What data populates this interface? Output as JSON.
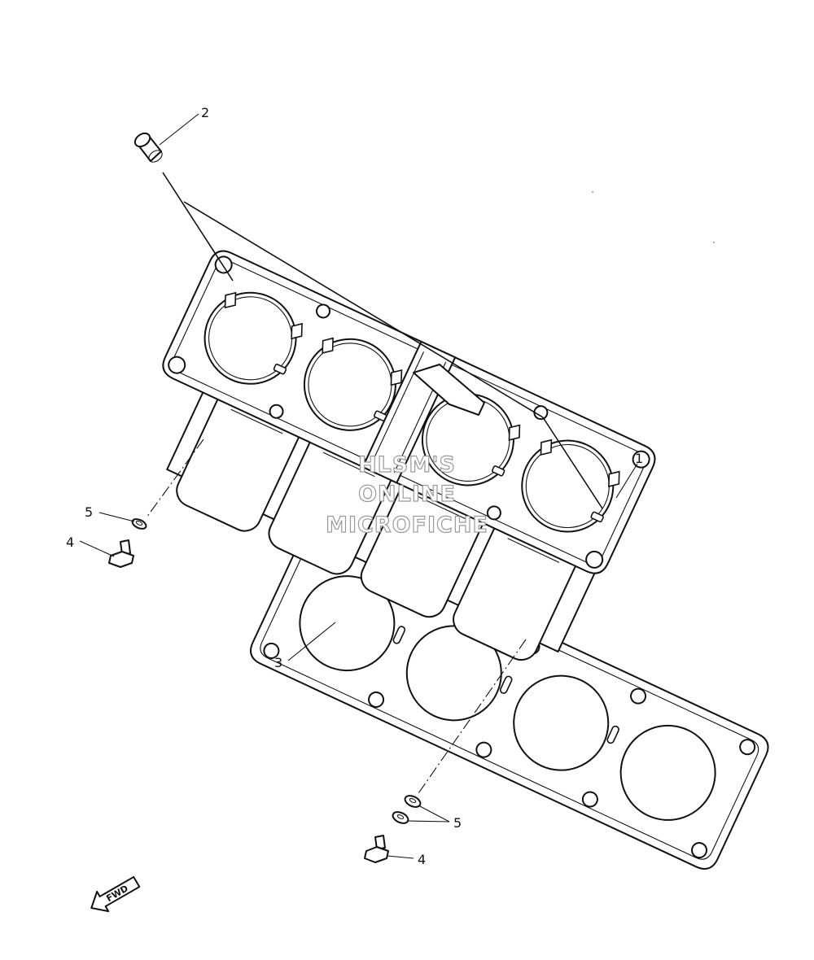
{
  "callouts": {
    "c1": "1",
    "c2": "2",
    "c3": "3",
    "c4_left": "4",
    "c5_left": "5",
    "c4_right": "4",
    "c5_right": "5"
  },
  "watermark": {
    "line1": "HLSM'S",
    "line2": "ONLINE",
    "line3": "MICROFICHE"
  },
  "direction_arrow": {
    "label": "FWD"
  }
}
